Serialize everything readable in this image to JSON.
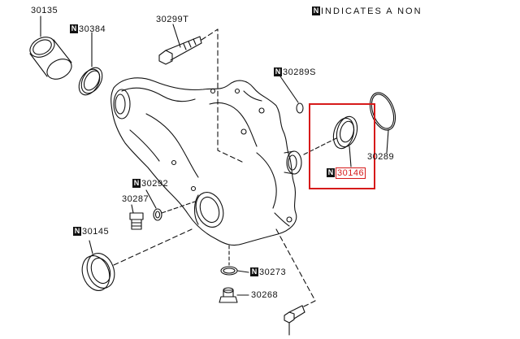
{
  "legend": {
    "badge": "N",
    "text": "INDICATES A NON"
  },
  "parts": [
    {
      "id": "30135",
      "badge": false
    },
    {
      "id": "30384",
      "badge": true
    },
    {
      "id": "30299T",
      "badge": false
    },
    {
      "id": "30289S",
      "badge": true
    },
    {
      "id": "30292",
      "badge": true
    },
    {
      "id": "30287",
      "badge": false
    },
    {
      "id": "30145",
      "badge": true
    },
    {
      "id": "30146",
      "badge": true
    },
    {
      "id": "30289",
      "badge": false
    },
    {
      "id": "30273",
      "badge": true
    },
    {
      "id": "30268",
      "badge": false
    }
  ],
  "highlight": {
    "color": "#d61a1a"
  },
  "colors": {
    "line": "#111111",
    "badge_bg": "#111111",
    "badge_fg": "#ffffff"
  }
}
